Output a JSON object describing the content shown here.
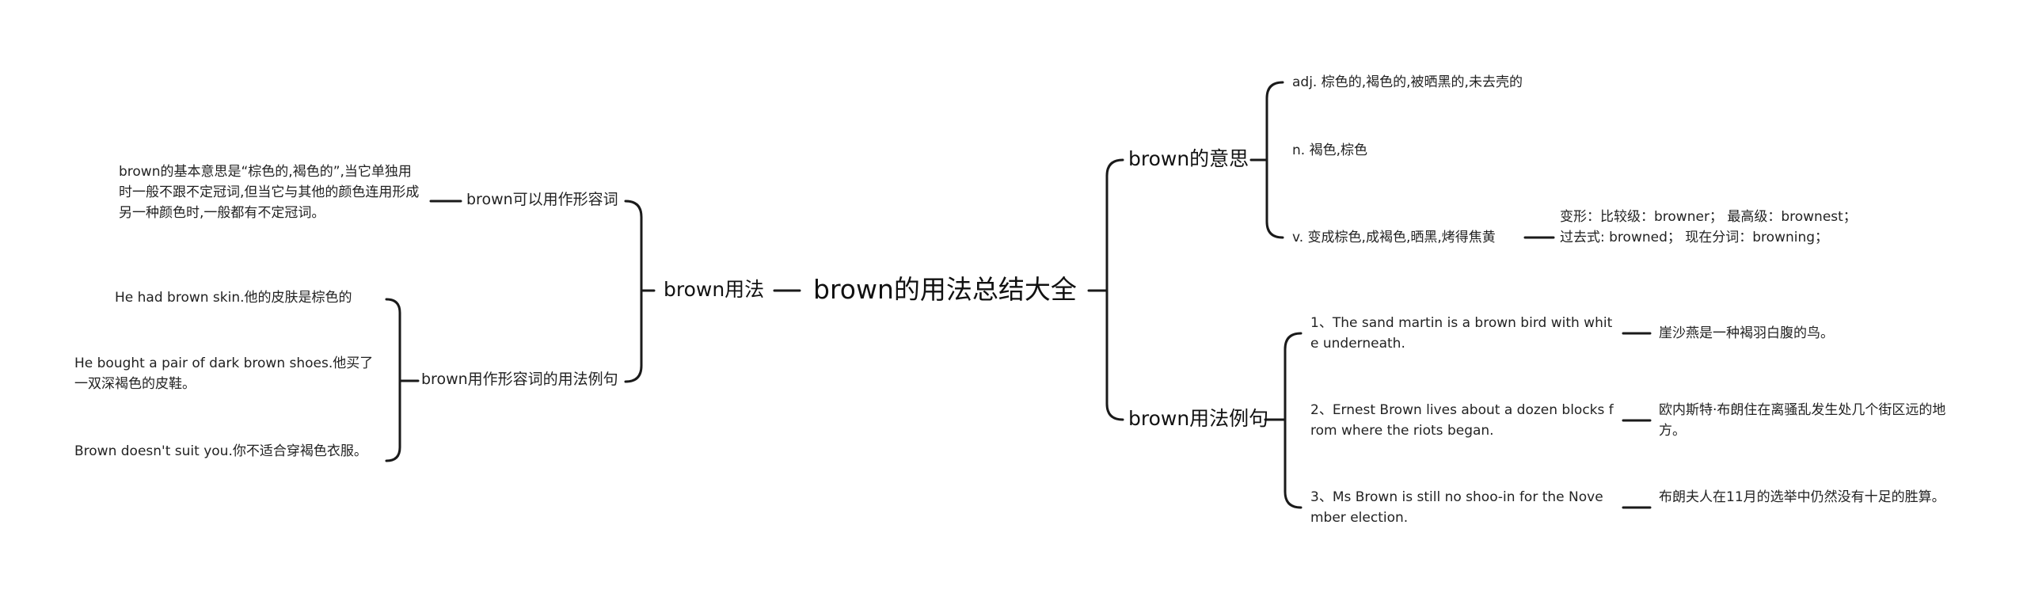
{
  "mindmap": {
    "root": "brown的用法总结大全",
    "left": {
      "label": "brown用法",
      "children": [
        {
          "label": "brown可以用作形容词",
          "children": [
            "brown的基本意思是“棕色的,褐色的”,当它单独用时一般不跟不定冠词,但当它与其他的颜色连用形成另一种颜色时,一般都有不定冠词。"
          ]
        },
        {
          "label": "brown用作形容词的用法例句",
          "children": [
            "He had brown skin.他的皮肤是棕色的",
            "He bought a pair of dark brown shoes.他买了一双深褐色的皮鞋。",
            "Brown doesn't suit you.你不适合穿褐色衣服。"
          ]
        }
      ]
    },
    "right": [
      {
        "label": "brown的意思",
        "children": [
          {
            "label": "adj. 棕色的,褐色的,被晒黑的,未去壳的"
          },
          {
            "label": "n. 褐色,棕色"
          },
          {
            "label": "v. 变成棕色,成褐色,晒黑,烤得焦黄",
            "detail": "变形：比较级：browner；  最高级：brownest；  过去式: browned；  现在分词：browning；"
          }
        ]
      },
      {
        "label": "brown用法例句",
        "children": [
          {
            "label": "1、The sand martin is a brown bird with white underneath.",
            "translation": "崖沙燕是一种褐羽白腹的鸟。"
          },
          {
            "label": "2、Ernest Brown lives about a dozen blocks from where the riots began.",
            "translation": "欧内斯特·布朗住在离骚乱发生处几个街区远的地方。"
          },
          {
            "label": "3、Ms Brown is still no shoo-in for the November election.",
            "translation": "布朗夫人在11月的选举中仍然没有十足的胜算。"
          }
        ]
      }
    ]
  }
}
